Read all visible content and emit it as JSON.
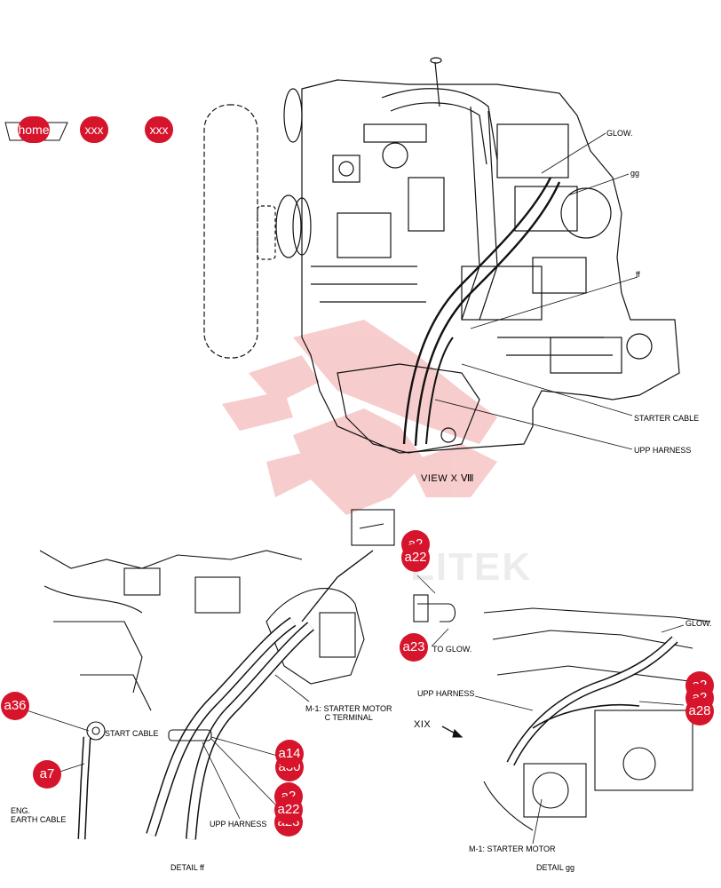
{
  "nav": {
    "home_label": "home",
    "btn2_label": "xxx",
    "btn3_label": "xxx"
  },
  "upper_view": {
    "labels": {
      "glow": "GLOW.",
      "gg": "gg",
      "ff": "ff",
      "starter_cable": "STARTER CABLE",
      "upp_harness": "UPP HARNESS"
    },
    "caption": "VIEW X Ⅷ"
  },
  "detail_ff": {
    "labels": {
      "starter_motor_line1": "M-1: STARTER MOTOR",
      "starter_motor_line2": "C TERMINAL",
      "start_cable": "START CABLE",
      "eng_line1": "ENG.",
      "eng_line2": "EARTH CABLE",
      "upp_harness": "UPP HARNESS"
    },
    "caption": "DETAIL ff"
  },
  "detail_gg": {
    "labels": {
      "to_glow": "TO GLOW.",
      "glow": "GLOW.",
      "upp_harness": "UPP HARNESS",
      "xix": "XIX",
      "starter_motor": "M-1: STARTER MOTOR"
    },
    "caption": "DETAIL gg"
  },
  "hotspots": {
    "a22_top_back": "a2",
    "a22_top": "a22",
    "a23": "a23",
    "a36": "a36",
    "a14": "a14",
    "a14_under": "a30",
    "a7": "a7",
    "a22_mid_back": "a2",
    "a22_mid": "a22",
    "a22_mid_under": "a23",
    "a28_back1": "a2",
    "a28_back2": "a2",
    "a28": "a28"
  },
  "watermark": "LITEK",
  "colors": {
    "hotspot": "#d6142b",
    "logo_watermark": "#f4b9b9",
    "line": "#111111"
  }
}
